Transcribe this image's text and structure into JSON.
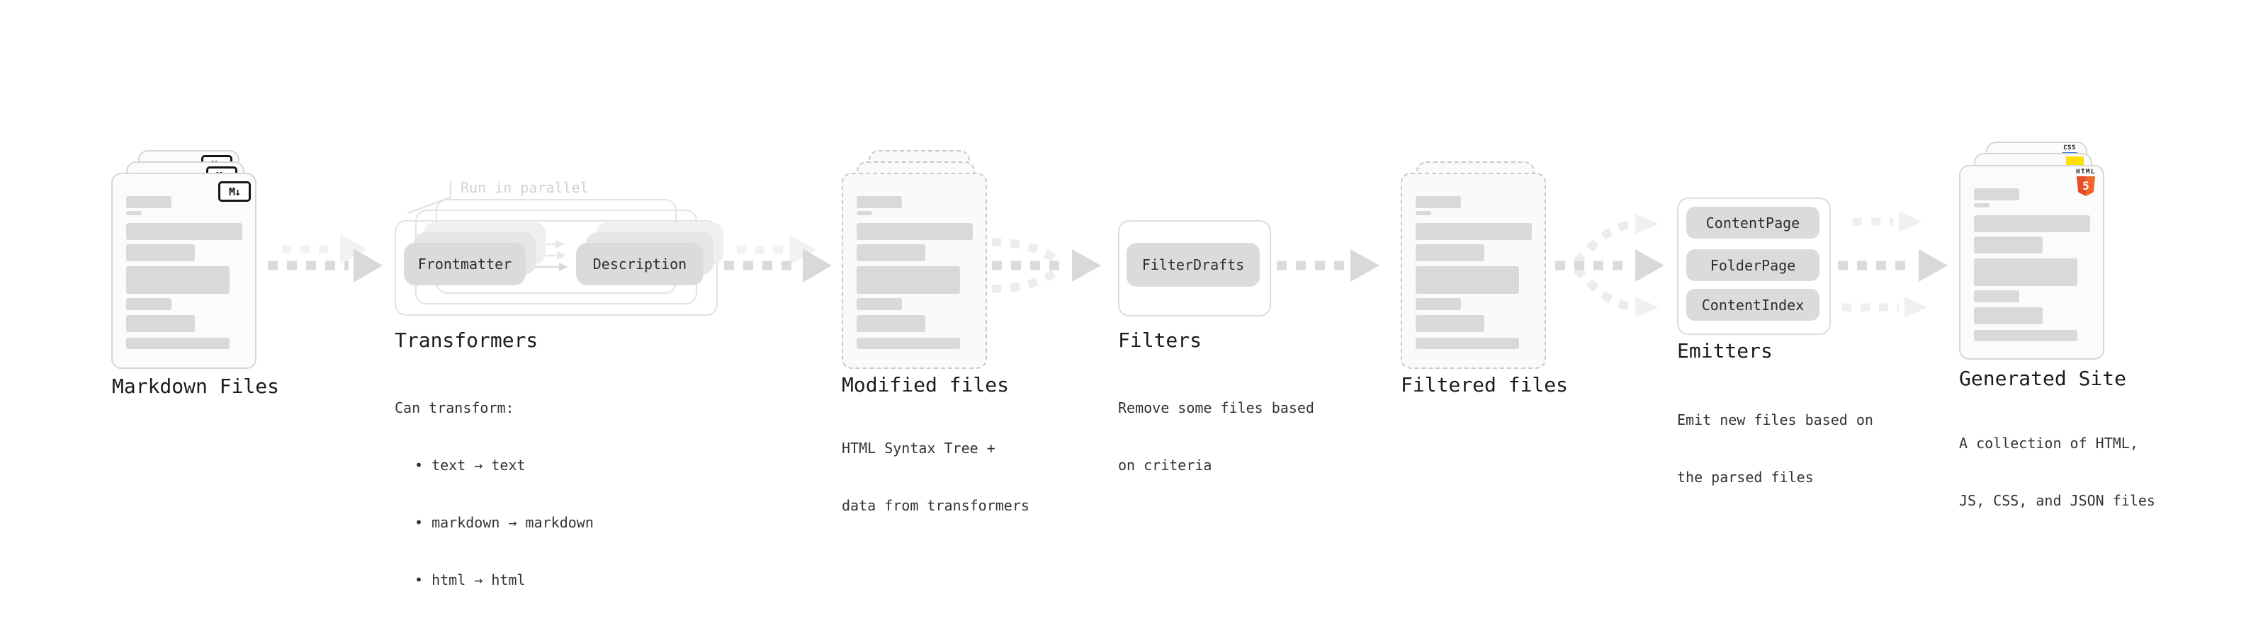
{
  "stages": {
    "markdown_files": {
      "title": "Markdown Files"
    },
    "transformers": {
      "title": "Transformers",
      "callout": "Run in parallel",
      "pill_left": "Frontmatter",
      "pill_right": "Description",
      "desc_heading": "Can transform:",
      "bullets": [
        "• text → text",
        "• markdown → markdown",
        "• html → html"
      ]
    },
    "modified_files": {
      "title": "Modified files",
      "desc": [
        "HTML Syntax Tree +",
        "data from transformers"
      ]
    },
    "filters": {
      "title": "Filters",
      "pill": "FilterDrafts",
      "desc": [
        "Remove some files based",
        "on criteria"
      ]
    },
    "filtered_files": {
      "title": "Filtered files"
    },
    "emitters": {
      "title": "Emitters",
      "pills": [
        "ContentPage",
        "FolderPage",
        "ContentIndex"
      ],
      "desc": [
        "Emit new files based on",
        "the parsed files"
      ]
    },
    "generated_site": {
      "title": "Generated Site",
      "desc": [
        "A collection of HTML,",
        "JS, CSS, and JSON files"
      ]
    }
  },
  "icons": {
    "markdown_badge": "M↓",
    "html5_label": "HTML",
    "html5_number": "5",
    "css_label": "CSS"
  },
  "colors": {
    "html5_orange": "#e44d26",
    "html5_orange_light": "#f16529",
    "js_yellow": "#ffdf00",
    "css_blue": "#2d72d9",
    "bar_gray": "#d9d9d9",
    "arrow_gray": "#dbdbdb",
    "arrow_ghost": "#f0f0f0"
  }
}
